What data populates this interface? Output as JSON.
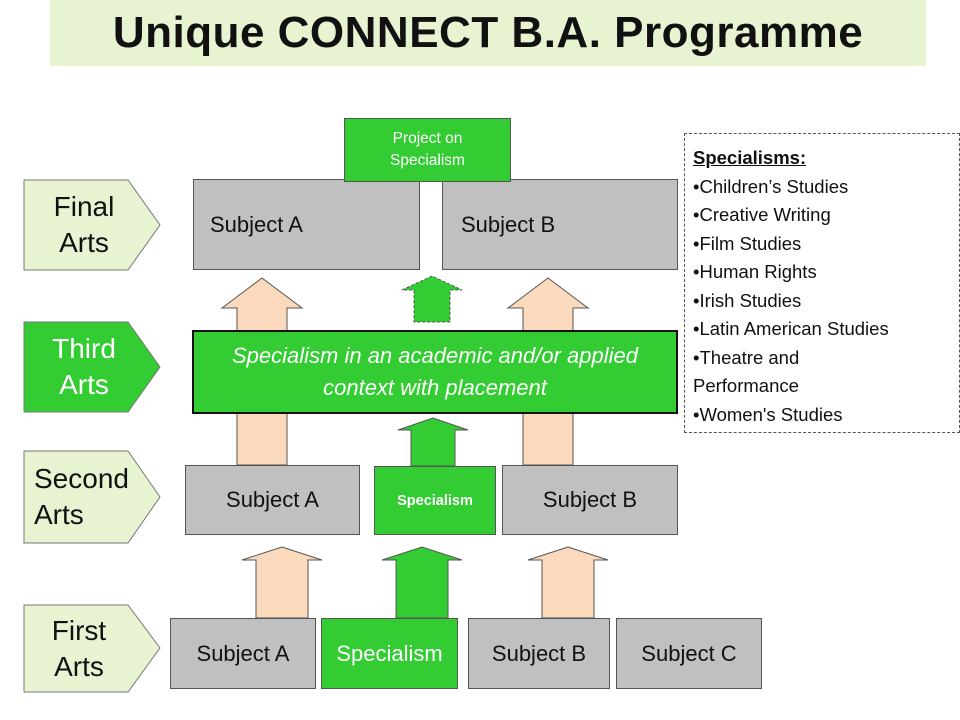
{
  "title": "Unique CONNECT B.A. Programme",
  "years": {
    "final": {
      "line1": "Final",
      "line2": "Arts"
    },
    "third": {
      "line1": "Third",
      "line2": "Arts"
    },
    "second": {
      "line1": "Second",
      "line2": "Arts"
    },
    "first": {
      "line1": "First",
      "line2": "Arts"
    }
  },
  "final_arts": {
    "project": "Project on Specialism",
    "subject_a": "Subject A",
    "subject_b": "Subject B"
  },
  "third_arts": {
    "specialism": "Specialism in an academic and/or applied context with placement"
  },
  "second_arts": {
    "subject_a": "Subject A",
    "specialism": "Specialism",
    "subject_b": "Subject B"
  },
  "first_arts": {
    "subject_a": "Subject A",
    "specialism": "Specialism",
    "subject_b": "Subject B",
    "subject_c": "Subject C"
  },
  "specialisms": {
    "heading": "Specialisms:",
    "items": [
      "•Children’s Studies",
      "•Creative Writing",
      "•Film Studies",
      "•Human Rights",
      "•Irish Studies",
      "•Latin American Studies",
      "•Theatre and Performance",
      "•Women's Studies"
    ]
  },
  "colors": {
    "banner": "#e8f3d2",
    "label_fill": "#e8f3d2",
    "green": "#33cc33",
    "grey_box": "#c0c0c0",
    "peach_arrow": "#fbd9bd"
  }
}
